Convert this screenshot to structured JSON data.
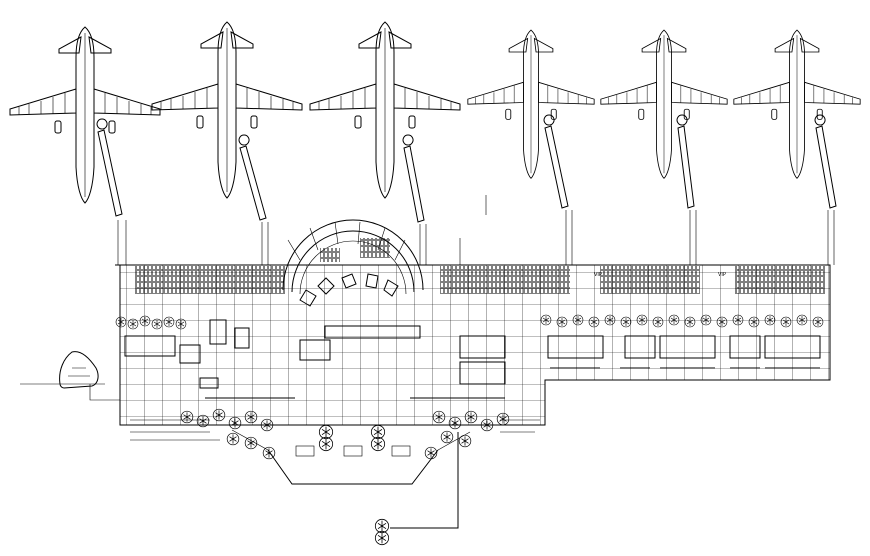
{
  "drawing": {
    "aircraft_count": 6,
    "jet_bridge_count": 6,
    "area_labels": [
      "VIP",
      "VIP"
    ]
  },
  "colors": {
    "line": "#000000",
    "background": "#ffffff"
  }
}
